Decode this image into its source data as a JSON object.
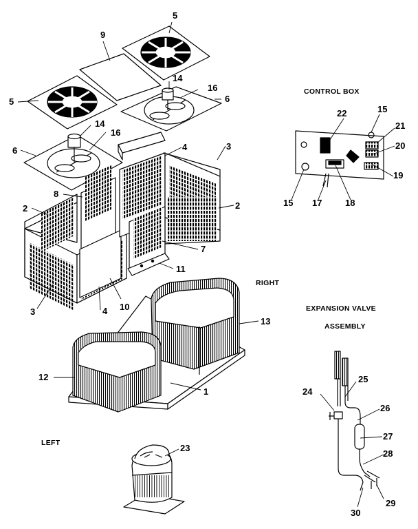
{
  "captions": {
    "control_box": "CONTROL BOX",
    "right": "RIGHT",
    "expansion_valve_1": "EXPANSION VALVE",
    "expansion_valve_2": "ASSEMBLY",
    "left": "LEFT"
  },
  "callouts": {
    "c5a": "5",
    "c5b": "5",
    "c9": "9",
    "c14a": "14",
    "c14b": "14",
    "c16a": "16",
    "c16b": "16",
    "c6a": "6",
    "c6b": "6",
    "c4a": "4",
    "c4b": "4",
    "c3a": "3",
    "c3b": "3",
    "c8": "8",
    "c2a": "2",
    "c2b": "2",
    "c7": "7",
    "c11": "11",
    "c10": "10",
    "c13": "13",
    "c12": "12",
    "c1": "1",
    "c23": "23",
    "c22": "22",
    "c15a": "15",
    "c15b": "15",
    "c21": "21",
    "c20": "20",
    "c19": "19",
    "c17": "17",
    "c18": "18",
    "c24": "24",
    "c25": "25",
    "c26": "26",
    "c27": "27",
    "c28": "28",
    "c29": "29",
    "c30": "30"
  }
}
